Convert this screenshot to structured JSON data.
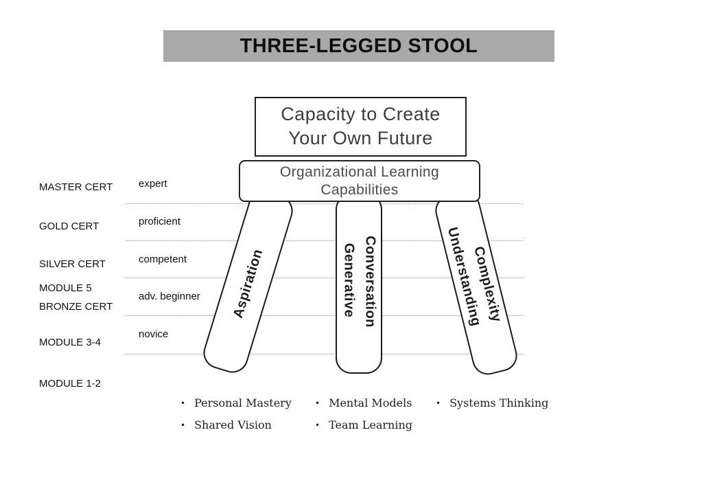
{
  "title": "THREE-LEGGED STOOL",
  "colors": {
    "title_bar_bg": "#a9a9a9",
    "outline": "#1a1a1a",
    "divider": "#999999"
  },
  "bullet_char": "•",
  "capacity_box": "Capacity to Create\nYour Own Future",
  "seat_box": "Organizational Learning\nCapabilities",
  "left_labels": {
    "master": "MASTER CERT",
    "gold": "GOLD CERT",
    "silver": "SILVER CERT",
    "module5_bronze": "MODULE 5\nBRONZE CERT",
    "module34": "MODULE 3-4",
    "module12": "MODULE 1-2"
  },
  "skill_labels": {
    "expert": "expert",
    "proficient": "proficient",
    "competent": "competent",
    "adv_beginner": "adv. beginner",
    "novice": "novice"
  },
  "legs": {
    "left": {
      "label": "Aspiration",
      "disciplines": [
        "Personal Mastery",
        "Shared Vision"
      ]
    },
    "middle": {
      "label_line1": "Generative",
      "label_line2": "Conversation",
      "disciplines": [
        "Mental Models",
        "Team Learning"
      ]
    },
    "right": {
      "label_line1": "Understanding",
      "label_line2": "Complexity",
      "disciplines": [
        "Systems Thinking"
      ]
    }
  }
}
